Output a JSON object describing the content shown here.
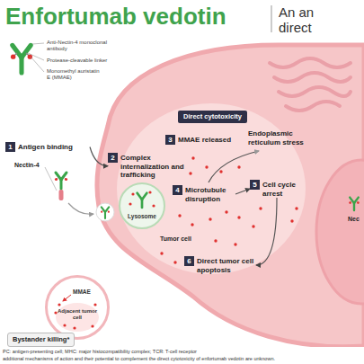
{
  "diagram": {
    "title": "Enfortumab vedotin",
    "nodes": [
      {
        "text": [
          "Direct cytotoxicity"
        ]
      },
      {
        "text": [
          "1",
          "Antigen binding"
        ]
      },
      {
        "text": [
          "2",
          "Complex internalization and trafficking"
        ]
      },
      {
        "text": [
          "3",
          "MMAE released"
        ]
      },
      {
        "text": [
          "Lysosome"
        ]
      },
      {
        "text": [
          "4",
          "Microtubule disruption"
        ]
      },
      {
        "text": [
          "5",
          "Cell cycle arrest"
        ]
      },
      {
        "text": [
          "6",
          "Direct tumor cell apoptosis"
        ]
      },
      {
        "text": [
          "MMAE",
          "Adjacent tumor cell"
        ]
      },
      {
        "text": [
          "Bystander killing*"
        ]
      }
    ],
    "edges": [
      {
        "from": 1,
        "to": 2,
        "arrow": "to"
      },
      {
        "from": 5,
        "to": 6,
        "arrow": "to"
      },
      {
        "from": 6,
        "to": 7,
        "arrow": "to"
      }
    ],
    "labels": [
      "An an",
      "direct",
      "Nectin-4",
      "Endoplasmic reticulum stress",
      "Tumor cell",
      "Nec",
      "PC: antigen-presenting cell; MHC: major histocompatibility complex; TCR: T-cell receptor",
      "additional mechanisms of action and their potential to complement the direct cytotoxicity of enfortumab vedotin are unknown."
    ],
    "legend": [
      {
        "text": "Anti-Nectin-4 monoclonal antibody"
      },
      {
        "text": "Protease-cleavable linker"
      },
      {
        "text": "Monomethyl auristatin E (MMAE)"
      }
    ]
  }
}
